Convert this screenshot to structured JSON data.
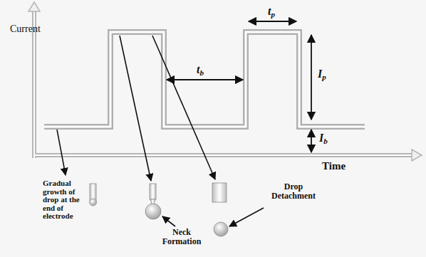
{
  "diagram": {
    "labels": [
      "Current",
      "Time",
      "tp",
      "tb",
      "Ip",
      "Ib",
      "Gradual growth of drop at the end of electrode",
      "Neck Formation",
      "Drop Detachment"
    ]
  }
}
